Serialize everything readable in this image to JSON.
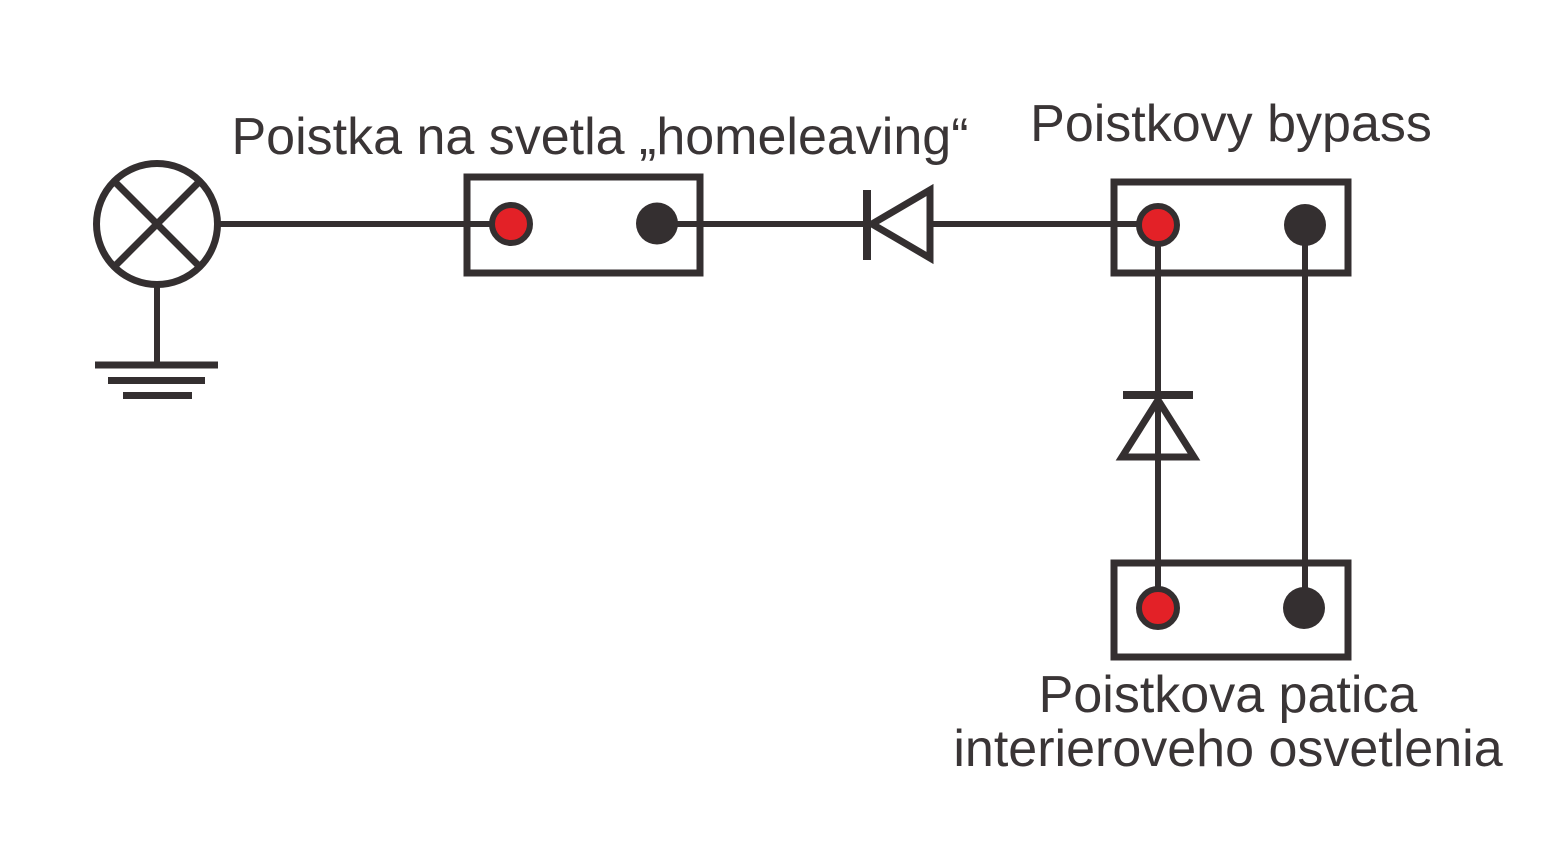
{
  "canvas": {
    "background": "#ffffff"
  },
  "colors": {
    "line": "#342f30",
    "terminal_red": "#e32127",
    "terminal_black": "#342f30",
    "text": "#3a3536"
  },
  "labels": {
    "fuse_homeleaving": "Poistka na svetla „homeleaving“",
    "fuse_bypass": "Poistkovy bypass",
    "fuse_socket_line1": "Poistkova patica",
    "fuse_socket_line2": "interieroveho osvetlenia"
  },
  "components": [
    {
      "name": "lamp",
      "symbol": "circle-with-cross",
      "connection": "ground"
    },
    {
      "name": "ground",
      "symbol": "three-bar-ground"
    },
    {
      "name": "fuse-homeleaving",
      "symbol": "box",
      "terminals": [
        "red",
        "black"
      ]
    },
    {
      "name": "diode-horizontal",
      "symbol": "diode",
      "direction": "left"
    },
    {
      "name": "fuse-bypass",
      "symbol": "box",
      "terminals": [
        "red",
        "black"
      ]
    },
    {
      "name": "diode-vertical",
      "symbol": "diode",
      "direction": "up"
    },
    {
      "name": "fuse-socket-interior",
      "symbol": "box",
      "terminals": [
        "red",
        "black"
      ]
    }
  ]
}
